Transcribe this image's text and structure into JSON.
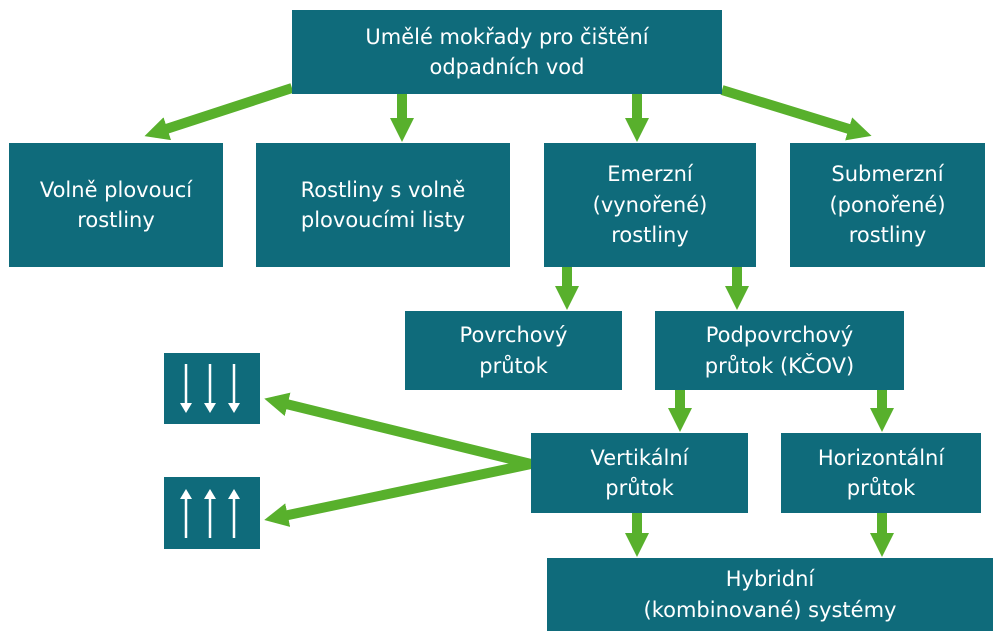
{
  "diagram": {
    "title": "Umělé mokřady pro čištění\nodpadních vod",
    "colors": {
      "box": "#0f6b7b",
      "arrow": "#58b02c",
      "text": "#ffffff",
      "background": "#ffffff"
    },
    "plant_types": {
      "free_floating": "Volně plovoucí\nrostliny",
      "floating_leaves": "Rostliny s volně\nplovoucími listy",
      "emergent": "Emerzní\n(vynořené)\nrostliny",
      "submerged": "Submerzní\n(ponořené)\nrostliny"
    },
    "flow": {
      "surface": "Povrchový\nprůtok",
      "subsurface": "Podpovrchový\nprůtok (KČOV)"
    },
    "subsurface_types": {
      "vertical": "Vertikální\nprůtok",
      "horizontal": "Horizontální\nprůtok"
    },
    "hybrid": "Hybridní\n(kombinované) systémy",
    "icons": {
      "downflow": "three-down-arrows-icon",
      "upflow": "three-up-arrows-icon"
    }
  }
}
